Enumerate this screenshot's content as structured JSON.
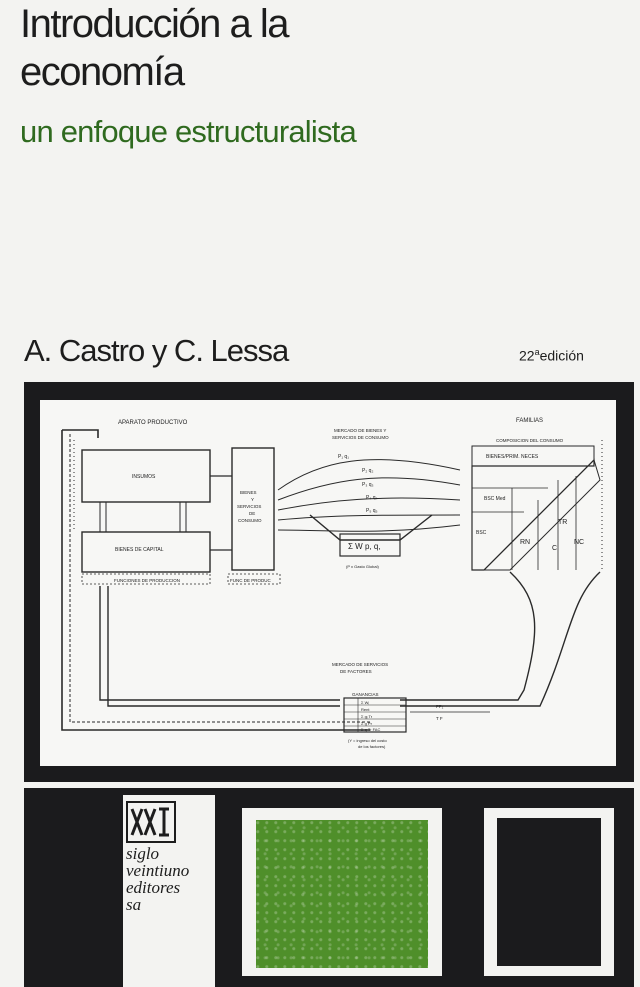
{
  "book": {
    "title_line1": "Introducción a la",
    "title_line2": "economía",
    "subtitle": "un enfoque estructuralista",
    "authors": "A. Castro y C. Lessa",
    "edition_number": "22",
    "edition_suffix": "a",
    "edition_word": "edición"
  },
  "diagram": {
    "aparato": "APARATO PRODUCTIVO",
    "familias": "FAMILIAS",
    "insumos": "INSUMOS",
    "bienes_capital": "BIENES DE CAPITAL",
    "bienes_consumo_1": "BIENES",
    "bienes_consumo_2": "Y",
    "bienes_consumo_3": "SERVICIOS",
    "bienes_consumo_4": "DE",
    "bienes_consumo_5": "CONSUMO",
    "funciones": "FUNCIONES DE PRODUCCION",
    "func_produc": "FUNC DE PRODUC",
    "mercado_bienes_1": "MERCADO DE BIENES Y",
    "mercado_bienes_2": "SERVICIOS DE CONSUMO",
    "sum_label": "Σ W p, q,",
    "gasto_label": "(P x Gasto Global)",
    "composicion": "COMPOSICION DEL CONSUMO",
    "bienes_prim": "BIENES/PRIM. NECES",
    "bsc_med": "BSC Med",
    "bsc": "BSC",
    "rn": "RN",
    "c": "C",
    "nc": "NC",
    "tr": "TR",
    "mercado_factores_1": "MERCADO DE SERVICIOS",
    "mercado_factores_2": "DE FACTORES",
    "ganancias": "GANANCIAS",
    "ingreso_1": "(Y = ingreso del costo",
    "ingreso_2": "de los factores)",
    "price_labels": [
      "P₁ q₁",
      "P₂ q₂",
      "P₃ q₃",
      "P₄ q₄",
      "P₅ q₅"
    ],
    "factor_rows": [
      "Σ Wᵢ",
      "Rent",
      "Σ gᵢ Tr",
      "Σ g Pr",
      "Σ g Tr FAC"
    ],
    "fp_label": "FP₁",
    "tf_label": "T F"
  },
  "publisher": {
    "logo_mark": "XXI",
    "line1": "siglo",
    "line2": "veintiuno",
    "line3": "editores",
    "line4": "sa"
  },
  "colors": {
    "title": "#1d1d1d",
    "subtitle": "#2f6a1f",
    "frame": "#1b1b1d",
    "green_square": "#4f8f2a",
    "paper": "#f3f3f1"
  }
}
